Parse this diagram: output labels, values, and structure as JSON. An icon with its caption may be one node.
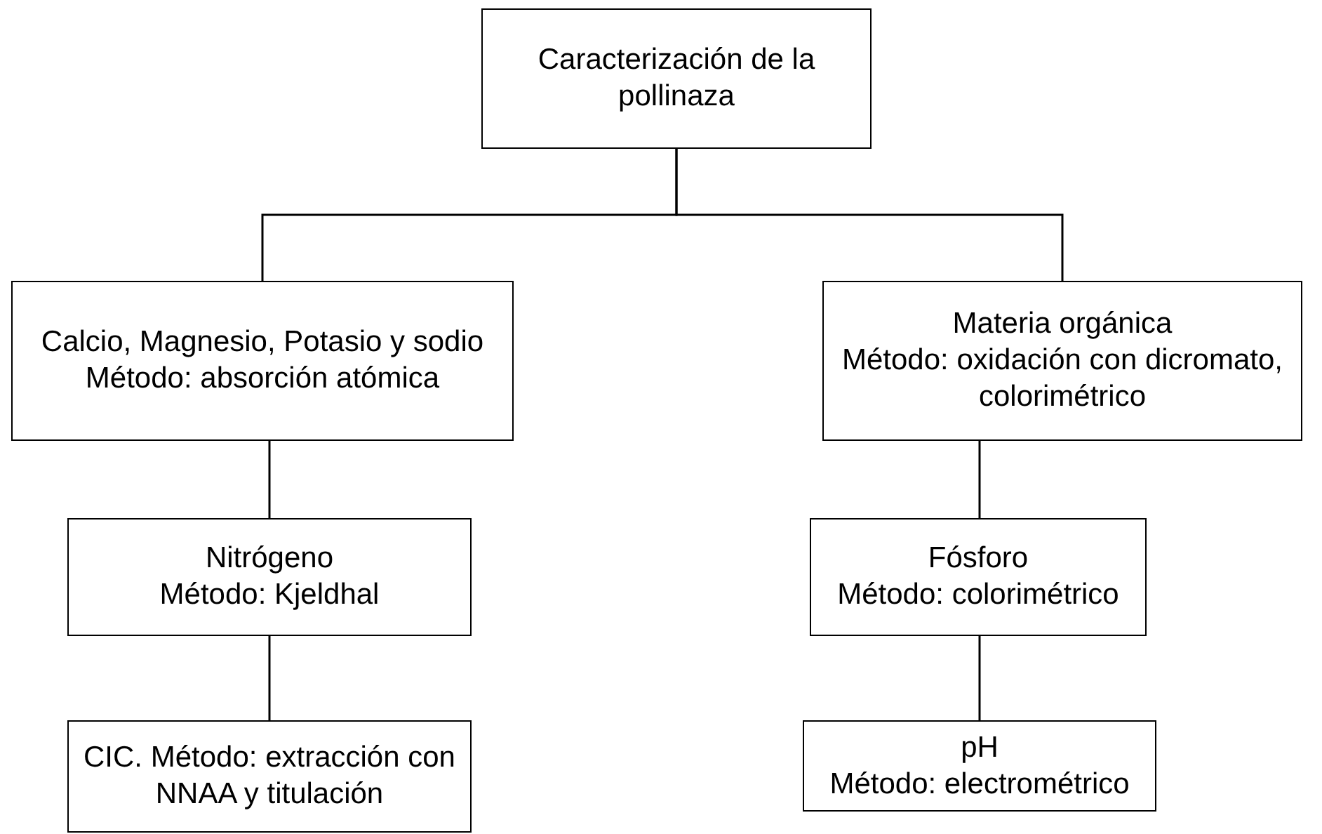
{
  "diagram": {
    "nodes": [
      {
        "text": [
          "Caracterización de la pollinaza"
        ]
      },
      {
        "text": [
          "Calcio, Magnesio, Potasio y sodio",
          "Método: absorción atómica"
        ]
      },
      {
        "text": [
          "Materia orgánica",
          "Método: oxidación con dicromato, colorimétrico"
        ]
      },
      {
        "text": [
          "Nitrógeno",
          "Método: Kjeldhal"
        ]
      },
      {
        "text": [
          "Fósforo",
          "Método: colorimétrico"
        ]
      },
      {
        "text": [
          "CIC. Método: extracción con NNAA y titulación"
        ]
      },
      {
        "text": [
          "pH",
          "Método: electrométrico"
        ]
      }
    ],
    "edges": [
      {
        "from": 0,
        "to": 1,
        "arrow": "none"
      },
      {
        "from": 0,
        "to": 2,
        "arrow": "none"
      },
      {
        "from": 1,
        "to": 3,
        "arrow": "none"
      },
      {
        "from": 3,
        "to": 5,
        "arrow": "none"
      },
      {
        "from": 2,
        "to": 4,
        "arrow": "none"
      },
      {
        "from": 4,
        "to": 6,
        "arrow": "none"
      }
    ]
  }
}
